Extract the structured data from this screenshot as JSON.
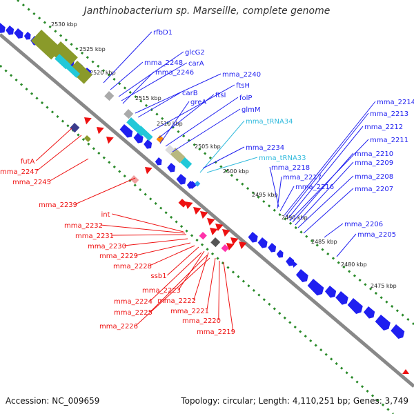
{
  "header": {
    "title": "Janthinobacterium sp. Marseille, complete genome"
  },
  "footer": {
    "accession": "Accession: NC_009659",
    "summary": "Topology: circular; Length: 4,110,251 bp; Genes: 3,749"
  },
  "colors": {
    "background": "#ffffff",
    "backbone": "#888888",
    "forward_gene": "#1f1ff0",
    "reverse_gene": "#ee1111",
    "trna": "#33bbdd",
    "tick_dots": "#2a8a2a",
    "magenta_feature": "#ff33aa",
    "olive_feature": "#8a9a2a",
    "cyan_feature": "#22c8d8",
    "orange_feature": "#ff8800",
    "gray_feature": "#aaaaaa",
    "navy_feature": "#3b3b8c"
  },
  "scale": {
    "ticks": [
      "2530 kbp",
      "2525 kbp",
      "2520 kbp",
      "2515 kbp",
      "2510 kbp",
      "2505 kbp",
      "2500 kbp",
      "2495 kbp",
      "2490 kbp",
      "2485 kbp",
      "2480 kbp",
      "2475 kbp"
    ]
  },
  "forward_labels": [
    "rfbD1",
    "glcG2",
    "carA",
    "mma_2248",
    "mma_2246",
    "mma_2240",
    "ftsH",
    "carB",
    "ftsI",
    "greA",
    "folP",
    "glmM",
    "mma_tRNA34",
    "mma_2234",
    "mma_tRNA33",
    "mma_2218",
    "mma_2217",
    "mma_2216",
    "mma_2214",
    "mma_2213",
    "mma_2212",
    "mma_2211",
    "mma_2210",
    "mma_2209",
    "mma_2208",
    "mma_2207",
    "mma_2206",
    "mma_2205"
  ],
  "reverse_labels": [
    "futA",
    "mma_2247",
    "mma_2245",
    "mma_2239",
    "int",
    "mma_2232",
    "mma_2231",
    "mma_2230",
    "mma_2229",
    "mma_2228",
    "ssb1",
    "mma_2223",
    "mma_2224",
    "mma_2222",
    "mma_2225",
    "mma_2221",
    "mma_2226",
    "mma_2220",
    "mma_2219"
  ]
}
